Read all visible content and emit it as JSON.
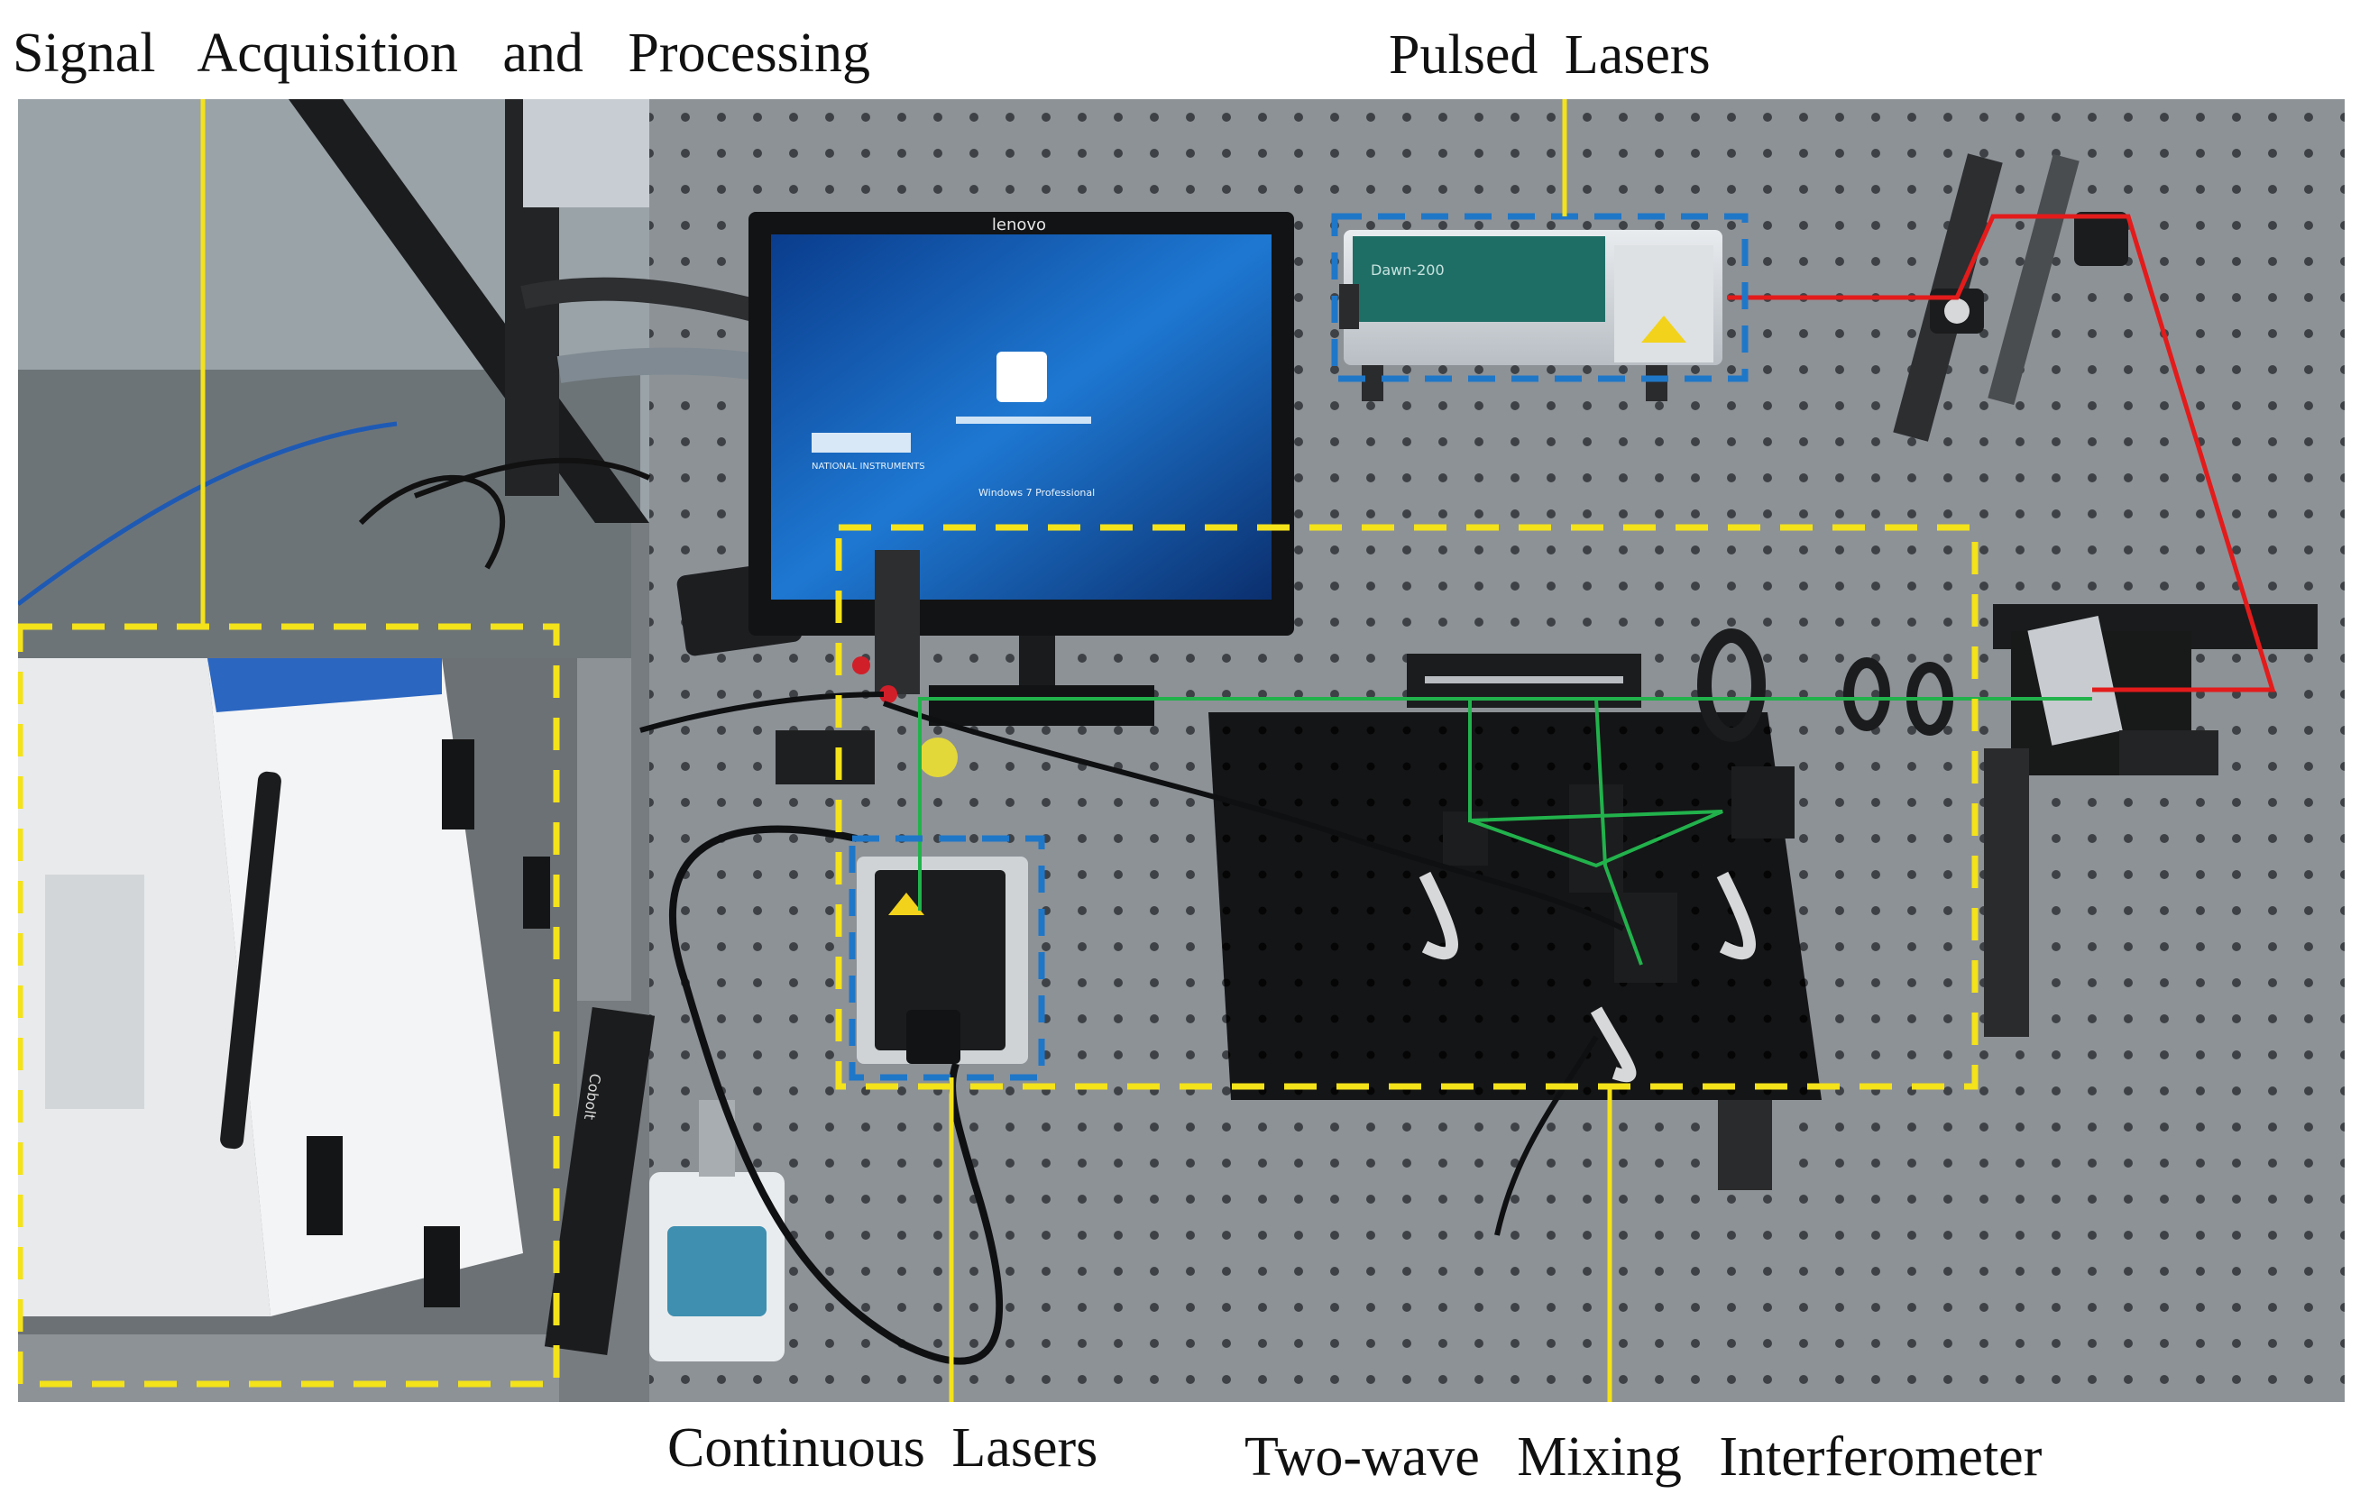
{
  "labels": {
    "signal": "Signal Acquisition and Processing",
    "pulsed": "Pulsed Lasers",
    "continuous": "Continuous Lasers",
    "twowave": "Two-wave Mixing Interferometer"
  },
  "equipment": {
    "monitor_brand": "lenovo",
    "monitor_os": "Windows 7 Professional",
    "monitor_vendor": "NATIONAL INSTRUMENTS",
    "laser_model": "Dawn-200",
    "cw_brand": "Cobolt"
  },
  "colors": {
    "table": "#8d9297",
    "hole": "#3e4246",
    "yellow_box": "#f4e21a",
    "blue_box": "#1f77c8",
    "red_beam": "#e31b1b",
    "green_beam": "#22b24c"
  }
}
